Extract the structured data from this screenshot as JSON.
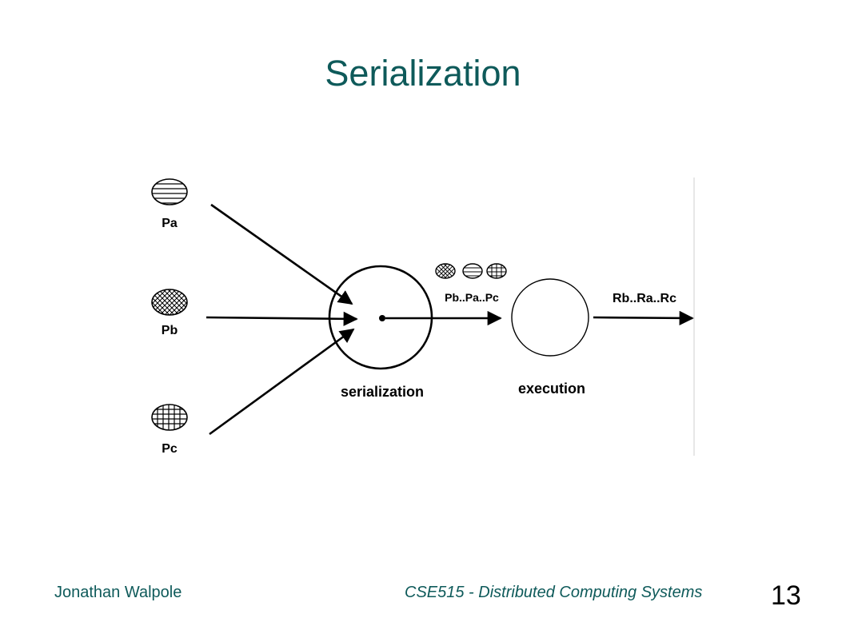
{
  "title": "Serialization",
  "diagram": {
    "inputs": [
      {
        "label": "Pa",
        "pattern": "horizontal-lines"
      },
      {
        "label": "Pb",
        "pattern": "cross-hatch"
      },
      {
        "label": "Pc",
        "pattern": "grid"
      }
    ],
    "serializer_label": "serialization",
    "queue_label": "Pb..Pa..Pc",
    "executor_label": "execution",
    "output_label": "Rb..Ra..Rc"
  },
  "footer": {
    "author": "Jonathan Walpole",
    "course": "CSE515 - Distributed Computing Systems",
    "page_number": "13"
  },
  "colors": {
    "title": "#0e5a5a",
    "footer": "#0e5a5a"
  }
}
